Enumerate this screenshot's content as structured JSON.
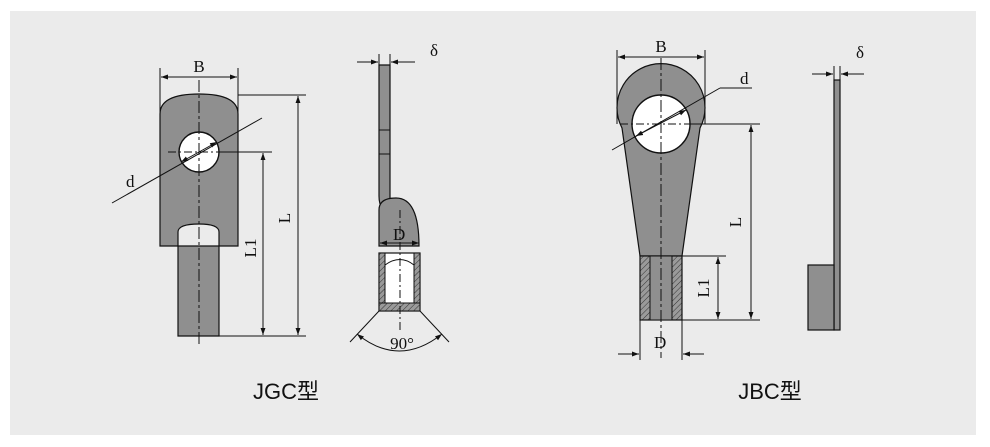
{
  "figures": [
    {
      "caption": "JGC型",
      "labels": {
        "width": "B",
        "hole": "d",
        "length": "L",
        "barrel_length": "L1",
        "thickness": "δ",
        "barrel_diameter": "D",
        "angle": "90°"
      }
    },
    {
      "caption": "JBC型",
      "labels": {
        "width": "B",
        "hole": "d",
        "length": "L",
        "barrel_length": "L1",
        "thickness": "δ",
        "barrel_diameter": "D"
      }
    }
  ],
  "colors": {
    "background": "#ebebeb",
    "part_fill": "#8f8f8f",
    "line": "#111111",
    "hole": "#ffffff"
  }
}
